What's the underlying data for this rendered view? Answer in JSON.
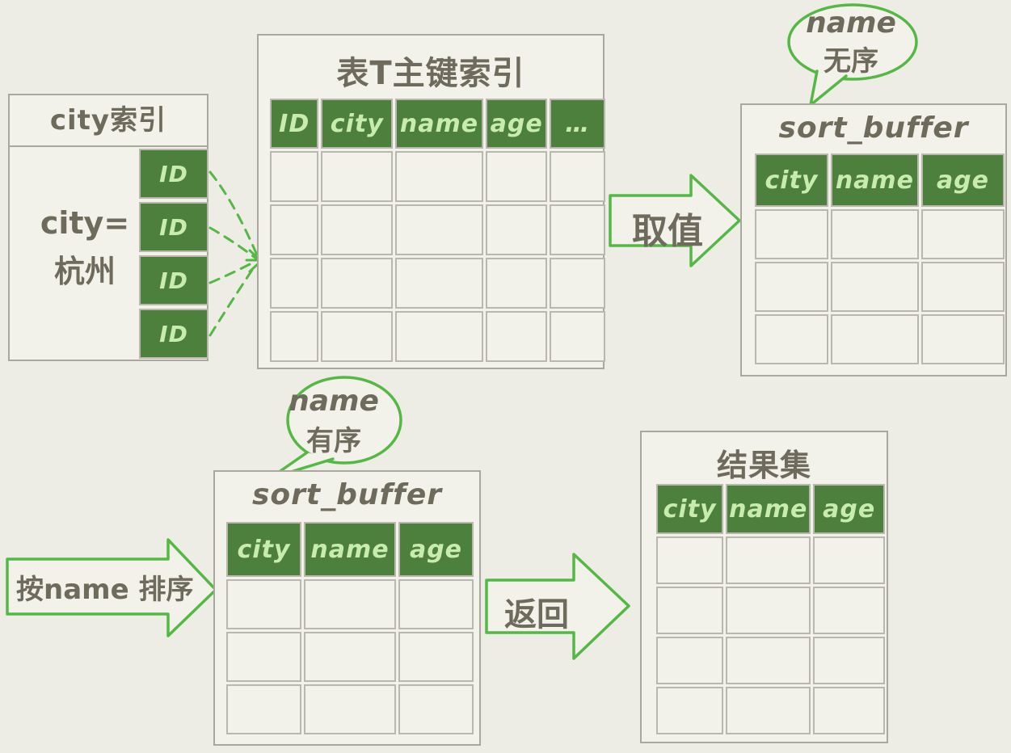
{
  "palette": {
    "background": "#edece5",
    "box_background": "#f2f1ea",
    "box_border": "#a9a79e",
    "cell_border": "#b9b7ae",
    "header_green": "#4d7f3d",
    "header_text_green": "#c8ecad",
    "outline_green": "#54b944",
    "text_dark": "#6f6b5c"
  },
  "city_index": {
    "title": "city索引",
    "condition_line1": "city=",
    "condition_line2": "杭州",
    "id_cells": [
      "ID",
      "ID",
      "ID",
      "ID"
    ]
  },
  "primary_key_table": {
    "title": "表T主键索引",
    "headers": [
      "ID",
      "city",
      "name",
      "age",
      "…"
    ],
    "body_rows": 4
  },
  "fetch_arrow": {
    "label": "取值"
  },
  "bubble_unsorted": {
    "line1": "name",
    "line2": "无序"
  },
  "sort_buffer_top": {
    "title": "sort_buffer",
    "headers": [
      "city",
      "name",
      "age"
    ],
    "body_rows": 3
  },
  "sort_arrow": {
    "label": "按name 排序"
  },
  "bubble_sorted": {
    "line1": "name",
    "line2": "有序"
  },
  "sort_buffer_bottom": {
    "title": "sort_buffer",
    "headers": [
      "city",
      "name",
      "age"
    ],
    "body_rows": 3
  },
  "return_arrow": {
    "label": "返回"
  },
  "result_table": {
    "title": "结果集",
    "headers": [
      "city",
      "name",
      "age"
    ],
    "body_rows": 4
  }
}
